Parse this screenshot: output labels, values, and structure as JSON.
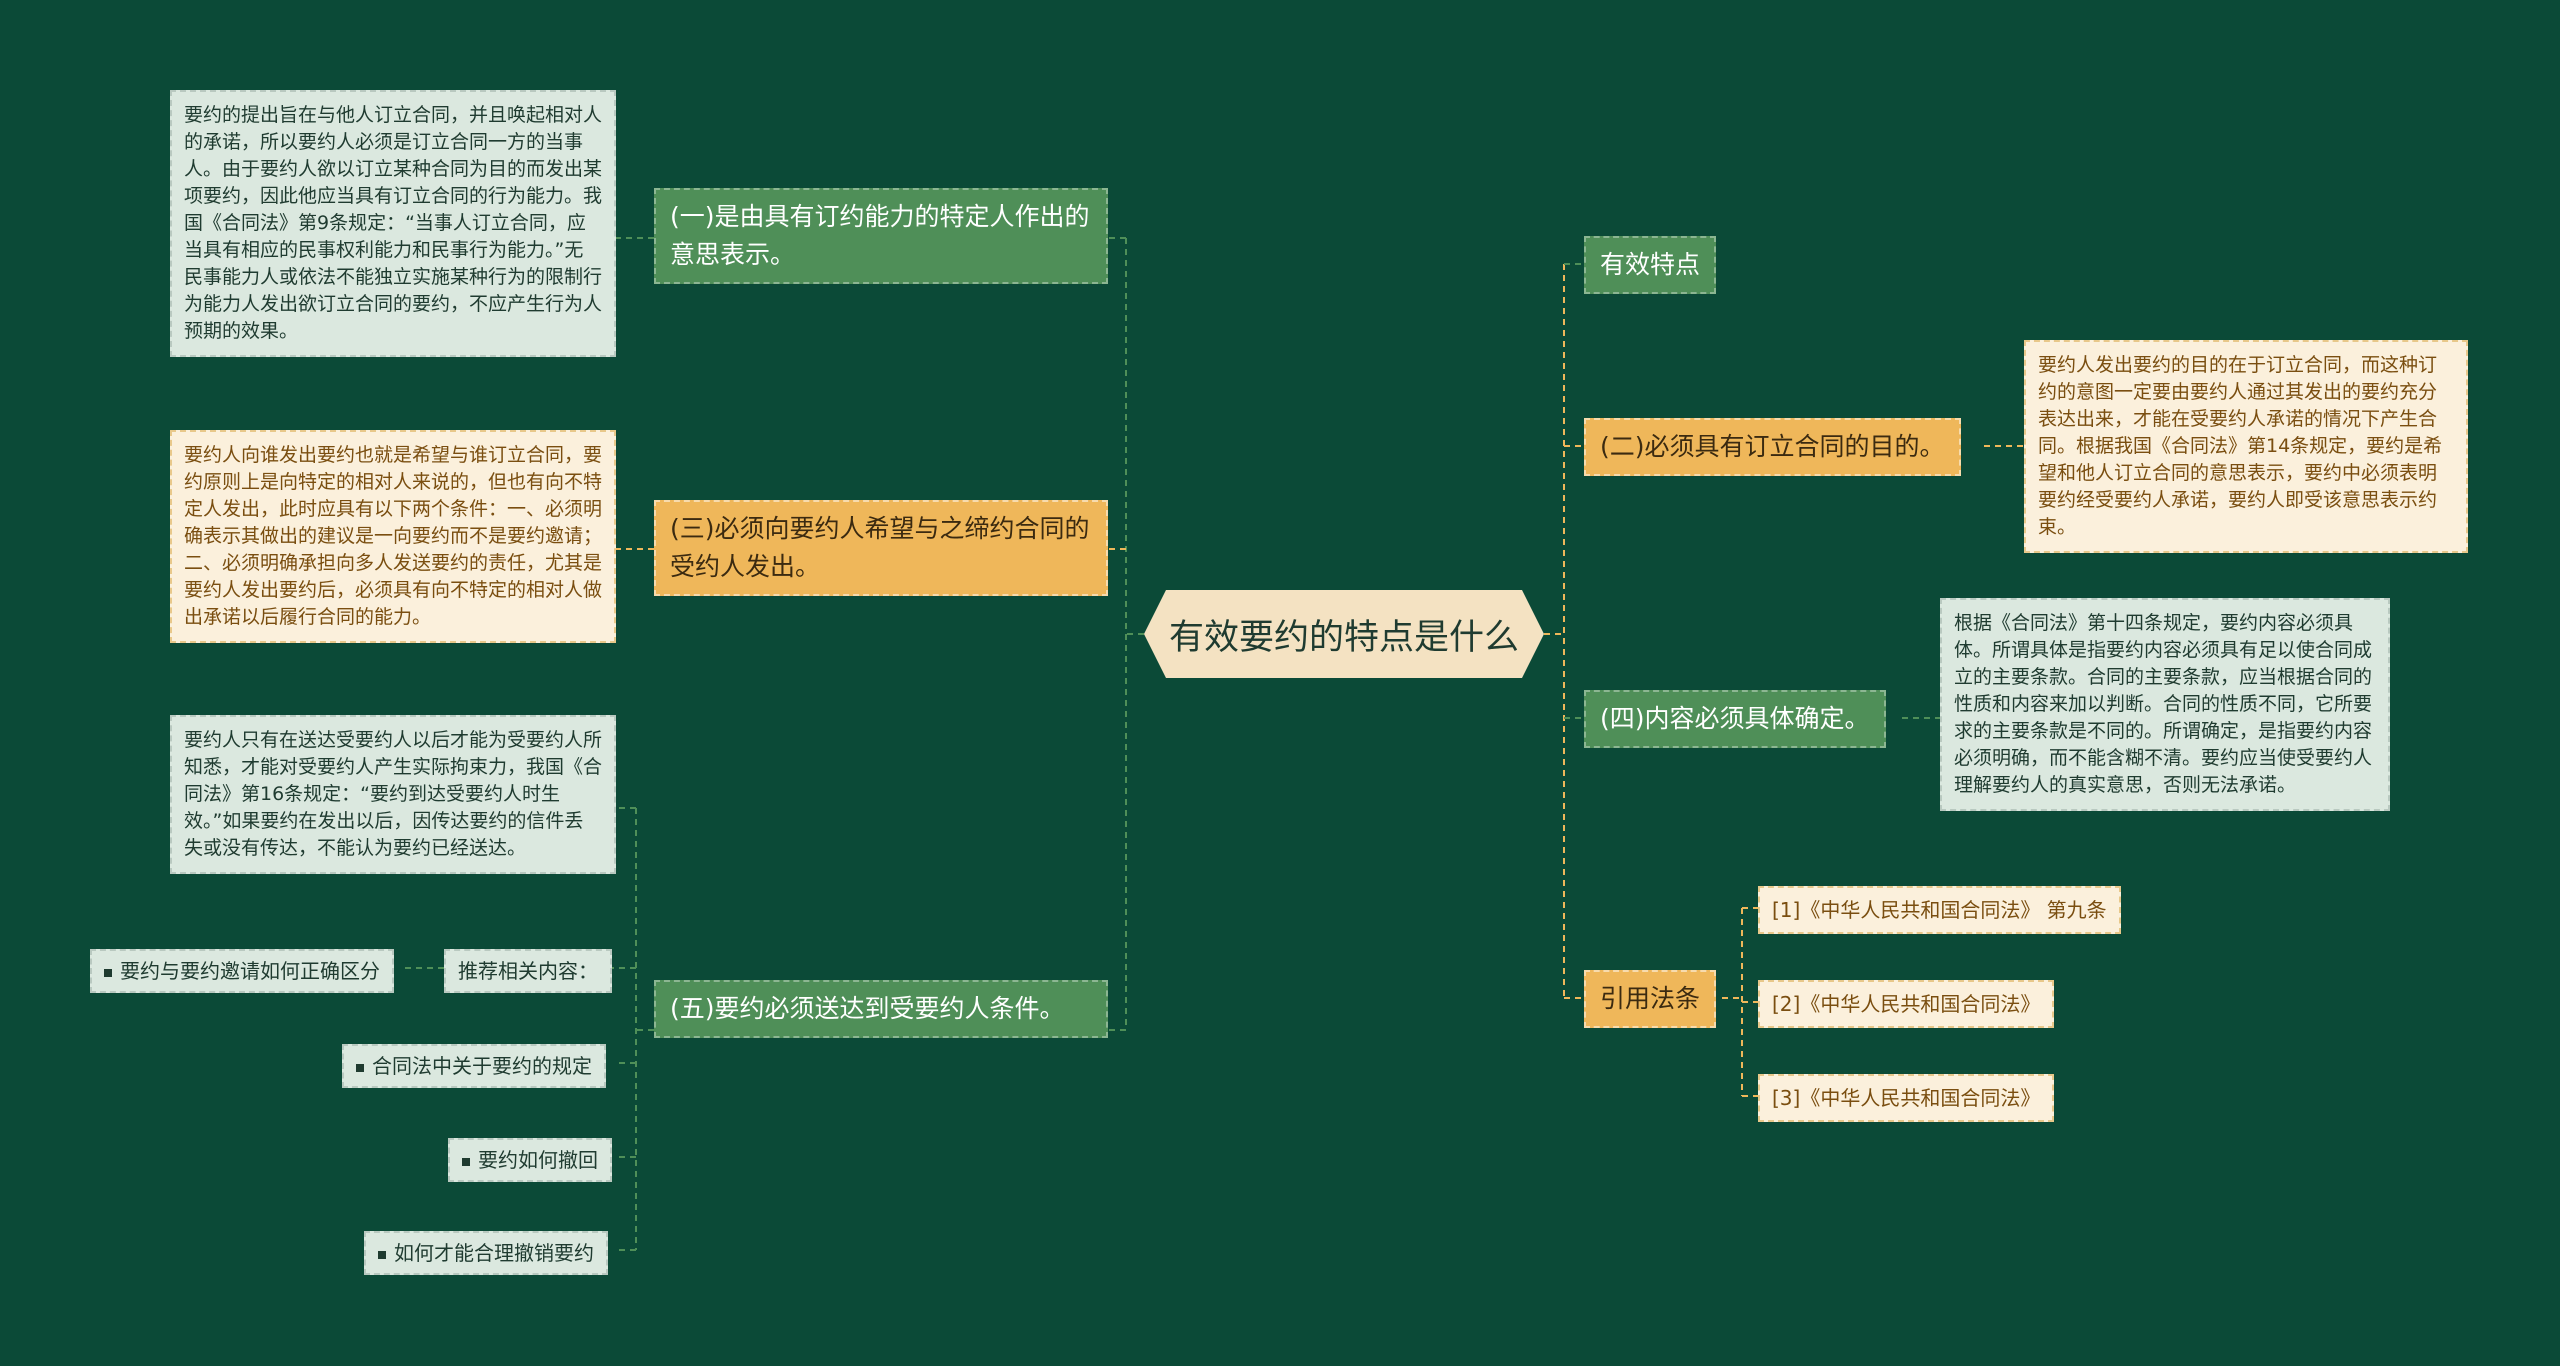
{
  "root": {
    "title": "有效要约的特点是什么"
  },
  "left": {
    "b1": {
      "label": "(一)是由具有订约能力的特定人作出的意思表示。",
      "note": "要约的提出旨在与他人订立合同，并且唤起相对人的承诺，所以要约人必须是订立合同一方的当事人。由于要约人欲以订立某种合同为目的而发出某项要约，因此他应当具有订立合同的行为能力。我国《合同法》第9条规定：“当事人订立合同，应当具有相应的民事权利能力和民事行为能力。”无民事能力人或依法不能独立实施某种行为的限制行为能力人发出欲订立合同的要约，不应产生行为人预期的效果。"
    },
    "b3": {
      "label": "(三)必须向要约人希望与之缔约合同的受约人发出。",
      "note": "要约人向谁发出要约也就是希望与谁订立合同，要约原则上是向特定的相对人来说的，但也有向不特定人发出，此时应具有以下两个条件：一、必须明确表示其做出的建议是一向要约而不是要约邀请；二、必须明确承担向多人发送要约的责任，尤其是要约人发出要约后，必须具有向不特定的相对人做出承诺以后履行合同的能力。"
    },
    "b5": {
      "label": "(五)要约必须送达到受要约人条件。",
      "note": "要约人只有在送达受要约人以后才能为受要约人所知悉，才能对受要约人产生实际拘束力，我国《合同法》第16条规定：“要约到达受要约人时生效。”如果要约在发出以后，因传达要约的信件丢失或没有传达，不能认为要约已经送达。",
      "recommend_label": "推荐相关内容：",
      "recommend_items": [
        "要约与要约邀请如何正确区分",
        "合同法中关于要约的规定",
        "要约如何撤回",
        "如何才能合理撤销要约"
      ]
    }
  },
  "right": {
    "r1": {
      "label": "有效特点"
    },
    "r2": {
      "label": "(二)必须具有订立合同的目的。",
      "note": "要约人发出要约的目的在于订立合同，而这种订约的意图一定要由要约人通过其发出的要约充分表达出来，才能在受要约人承诺的情况下产生合同。根据我国《合同法》第14条规定，要约是希望和他人订立合同的意思表示，要约中必须表明要约经受要约人承诺，要约人即受该意思表示约束。"
    },
    "r4": {
      "label": "(四)内容必须具体确定。",
      "note": "根据《合同法》第十四条规定，要约内容必须具体。所谓具体是指要约内容必须具有足以使合同成立的主要条款。合同的主要条款，应当根据合同的性质和内容来加以判断。合同的性质不同，它所要求的主要条款是不同的。所谓确定，是指要约内容必须明确，而不能含糊不清。要约应当使受要约人理解要约人的真实意思，否则无法承诺。"
    },
    "r5": {
      "label": "引用法条",
      "citations": [
        "[1]《中华人民共和国合同法》 第九条",
        "[2]《中华人民共和国合同法》",
        "[3]《中华人民共和国合同法》"
      ]
    }
  },
  "colors": {
    "background": "#0b4a37",
    "green_node": "#4f8f58",
    "orange_node": "#efb75a",
    "root_node": "#f4e2c2",
    "note_green": "#dbe8df",
    "note_orange": "#fbf0dc"
  }
}
